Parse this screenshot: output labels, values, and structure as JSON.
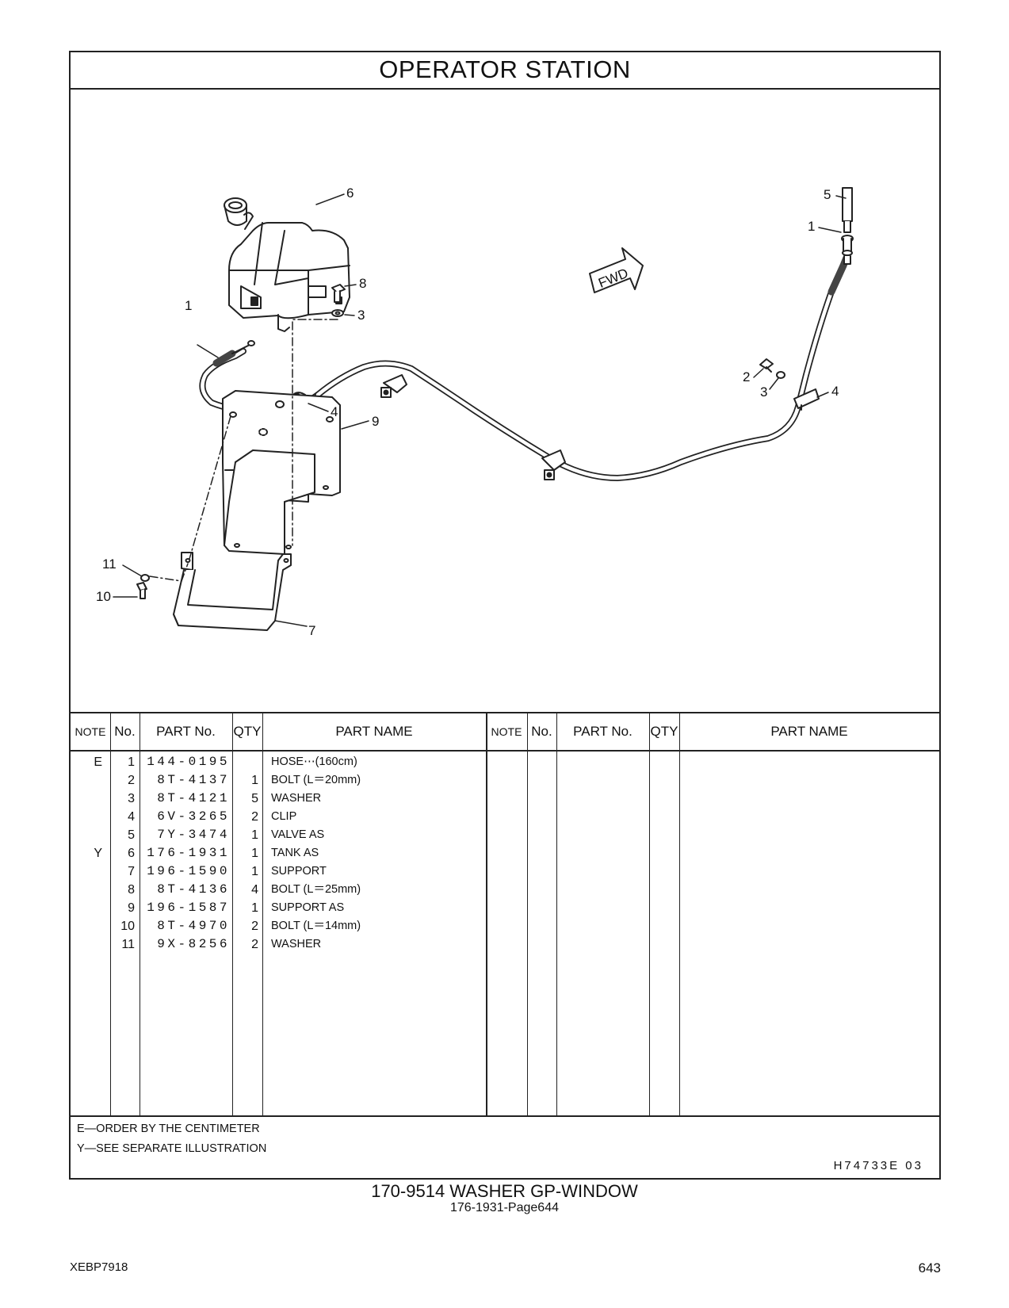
{
  "header": {
    "title": "OPERATOR   STATION"
  },
  "illustration": {
    "callouts": [
      "6",
      "5",
      "1",
      "8",
      "3",
      "1",
      "2",
      "3",
      "4",
      "4",
      "9",
      "11",
      "10",
      "7"
    ],
    "fwd_label": "FWD"
  },
  "table": {
    "headers": {
      "note": "NOTE",
      "no": "No.",
      "part_no": "PART No.",
      "qty": "QTY",
      "part_name": "PART NAME"
    },
    "rows": [
      {
        "note": "E",
        "no": "1",
        "part_no": "144-0195",
        "qty": "",
        "name": "HOSE⋯(160cm)"
      },
      {
        "note": "",
        "no": "2",
        "part_no": "8T-4137",
        "qty": "1",
        "name": "BOLT (L＝20mm)"
      },
      {
        "note": "",
        "no": "3",
        "part_no": "8T-4121",
        "qty": "5",
        "name": "WASHER"
      },
      {
        "note": "",
        "no": "4",
        "part_no": "6V-3265",
        "qty": "2",
        "name": "CLIP"
      },
      {
        "note": "",
        "no": "5",
        "part_no": "7Y-3474",
        "qty": "1",
        "name": "VALVE  AS"
      },
      {
        "note": "Y",
        "no": "6",
        "part_no": "176-1931",
        "qty": "1",
        "name": "TANK  AS"
      },
      {
        "note": "",
        "no": "7",
        "part_no": "196-1590",
        "qty": "1",
        "name": "SUPPORT"
      },
      {
        "note": "",
        "no": "8",
        "part_no": "8T-4136",
        "qty": "4",
        "name": "BOLT (L＝25mm)"
      },
      {
        "note": "",
        "no": "9",
        "part_no": "196-1587",
        "qty": "1",
        "name": "SUPPORT  AS"
      },
      {
        "note": "",
        "no": "10",
        "part_no": "8T-4970",
        "qty": "2",
        "name": "BOLT (L＝14mm)"
      },
      {
        "note": "",
        "no": "11",
        "part_no": "9X-8256",
        "qty": "2",
        "name": "WASHER"
      }
    ]
  },
  "notes": {
    "e": "E―ORDER  BY  THE  CENTIMETER",
    "y": "Y―SEE  SEPARATE  ILLUSTRATION"
  },
  "illustration_ref": "H74733E    03",
  "group": {
    "title": "170‑9514   WASHER  GP‑WINDOW",
    "subtitle": "176‑1931‑Page644"
  },
  "footer": {
    "doc_code": "XEBP7918",
    "page_number": "643"
  }
}
